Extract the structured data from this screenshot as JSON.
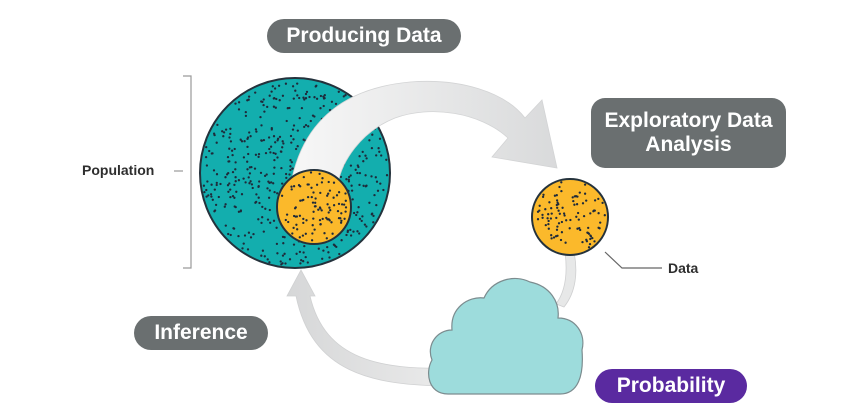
{
  "labels": {
    "producing_data": "Producing Data",
    "exploratory_line1": "Exploratory Data",
    "exploratory_line2": "Analysis",
    "inference": "Inference",
    "probability": "Probability",
    "population": "Population",
    "data": "Data"
  },
  "colors": {
    "population_fill": "#13aeae",
    "sample_fill": "#fbb92b",
    "cloud_fill": "#9ddcdc",
    "pill_gray": "#6a6f70",
    "pill_purple": "#5a2aa0",
    "arrow_fill": "#e4e5e5",
    "dot": "#1e2a3a"
  }
}
